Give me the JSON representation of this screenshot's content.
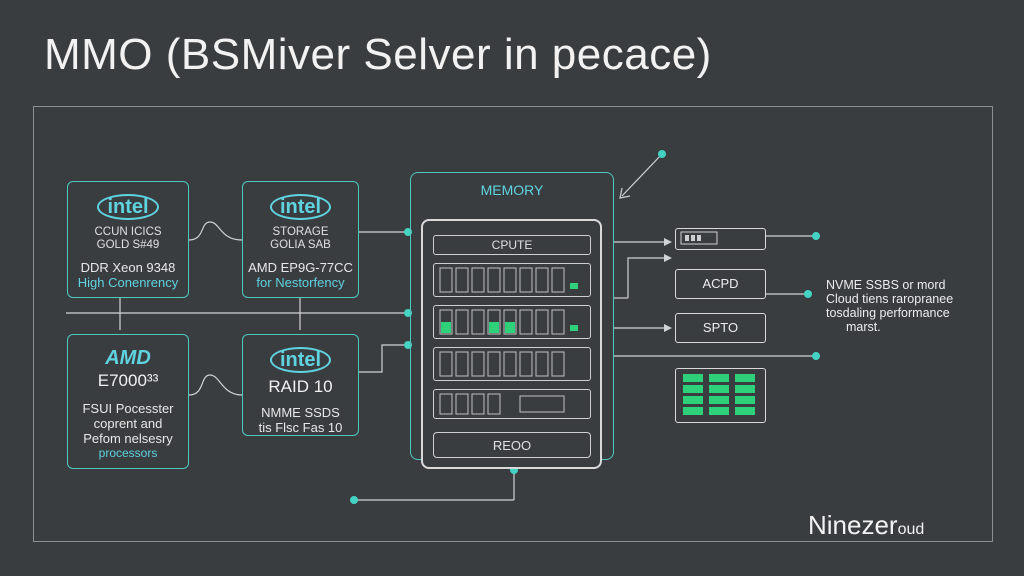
{
  "title": "MMO (BSMiver Selver in pecace)",
  "cards": {
    "c1": {
      "brand": "intel",
      "line1": "CCUN ICICS",
      "line2": "GOLD S#49",
      "line3": "DDR Xeon 9348",
      "line4": "High Conenrency"
    },
    "c2": {
      "brand": "intel",
      "line1": "STORAGE",
      "line2": "GOLIA SAB",
      "line3": "AMD EP9G-77CC",
      "line4": "for Nestorfency"
    },
    "c3": {
      "brand": "AMD",
      "line1": "E7000³³",
      "line2": "FSUI Pocesster",
      "line3": "coprent and",
      "line4": "Pefom nelsesry",
      "line5": "processors"
    },
    "c4": {
      "brand": "intel",
      "line1": "RAID 10",
      "line2": "NMME SSDS",
      "line3": "tis Flsc Fas 10"
    }
  },
  "server": {
    "memory_label": "MEMORY",
    "cpu_label": "CPUTE",
    "reo_label": "REOO"
  },
  "right": {
    "acpd": "ACPD",
    "spto": "SPTO",
    "note": [
      "NVME SSBS or mord",
      "Cloud tiens raropranee",
      "tosdaling performance",
      "marst."
    ]
  },
  "brand": {
    "name": "Ninezer",
    "suffix": "oud"
  },
  "colors": {
    "accent": "#4fc8c0",
    "green": "#2fd07a",
    "background": "#3a3d40"
  }
}
